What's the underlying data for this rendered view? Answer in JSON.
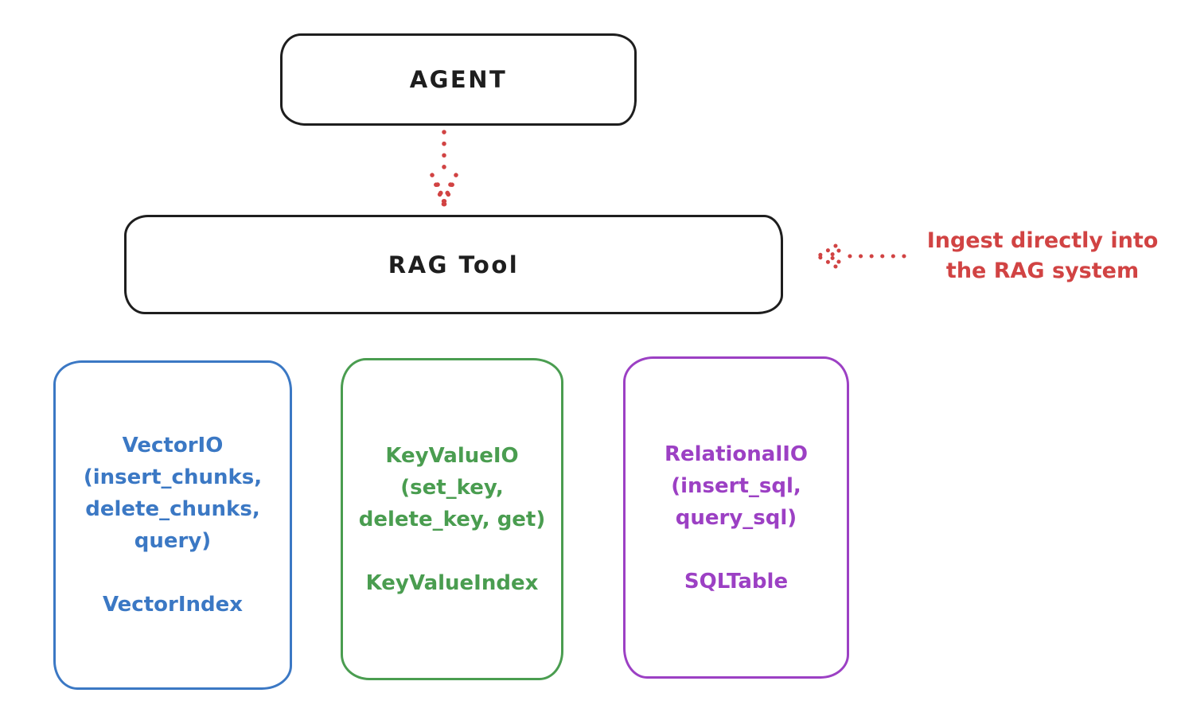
{
  "agent_box": {
    "label": "AGENT"
  },
  "rag_tool_box": {
    "label": "RAG Tool"
  },
  "ingest_annotation": {
    "text": "Ingest directly into\nthe RAG system"
  },
  "storage_boxes": [
    {
      "name": "vector-io",
      "body": "VectorIO\n(insert_chunks,\ndelete_chunks,\nquery)",
      "footer": "VectorIndex",
      "color": "#3b78c4"
    },
    {
      "name": "key-value-io",
      "body": "KeyValueIO\n(set_key,\ndelete_key, get)",
      "footer": "KeyValueIndex",
      "color": "#4a9d50"
    },
    {
      "name": "relational-io",
      "body": "RelationalIO\n(insert_sql,\nquery_sql)",
      "footer": "SQLTable",
      "color": "#9c40c4"
    }
  ],
  "icons": {
    "agent_to_rag_arrow": "dotted-arrow-down",
    "ingest_arrow": "dotted-arrow-left"
  },
  "colors": {
    "stroke": "#1e1e1e",
    "red": "#d14343",
    "blue": "#3b78c4",
    "green": "#4a9d50",
    "purple": "#9c40c4",
    "background": "#ffffff"
  }
}
